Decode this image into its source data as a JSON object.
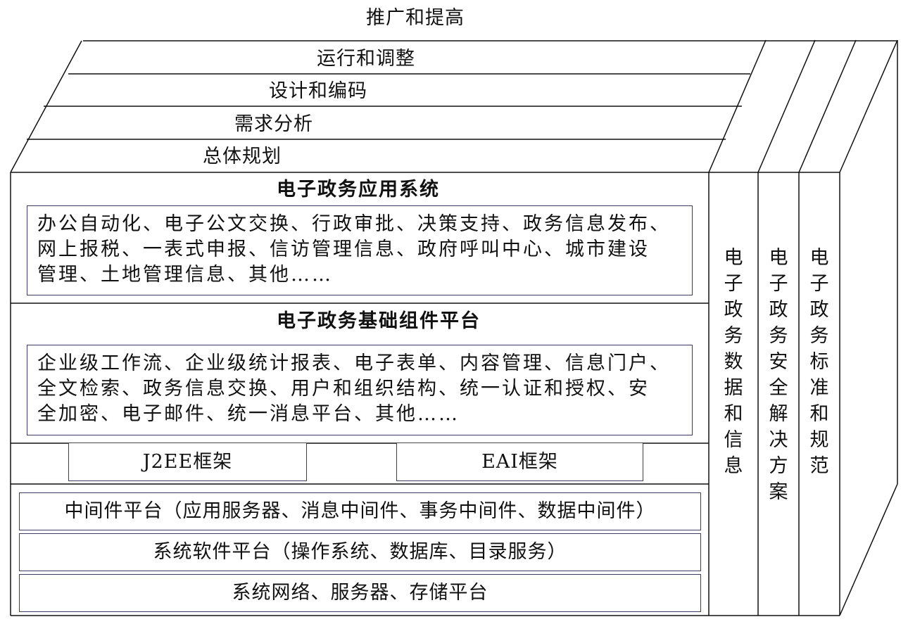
{
  "diagram": {
    "lifecycle_layers": [
      {
        "label": "推广和提高"
      },
      {
        "label": "运行和调整"
      },
      {
        "label": "设计和编码"
      },
      {
        "label": "需求分析"
      },
      {
        "label": "总体规划"
      }
    ],
    "application_system": {
      "title": "电子政务应用系统",
      "lines": [
        "办公自动化、电子公文交换、行政审批、决策支持、政务信息发布、",
        "网上报税、一表式申报、信访管理信息、政府呼叫中心、城市建设",
        "管理、土地管理信息、其他……"
      ]
    },
    "component_platform": {
      "title": "电子政务基础组件平台",
      "lines": [
        "企业级工作流、企业级统计报表、电子表单、内容管理、信息门户、",
        "全文检索、政务信息交换、用户和组织结构、统一认证和授权、安",
        "全加密、电子邮件、统一消息平台、其他……"
      ]
    },
    "frameworks": [
      {
        "label": "J2EE框架"
      },
      {
        "label": "EAI框架"
      }
    ],
    "infrastructure": [
      {
        "label": "中间件平台（应用服务器、消息中间件、事务中间件、数据中间件）"
      },
      {
        "label": "系统软件平台（操作系统、数据库、目录服务）"
      },
      {
        "label": "系统网络、服务器、存储平台"
      }
    ],
    "vertical_columns": [
      {
        "label": "电子政务数据和信息",
        "chars": [
          "电",
          "子",
          "政",
          "务",
          "数",
          "据",
          "和",
          "信",
          "息"
        ]
      },
      {
        "label": "电子政务安全解决方案",
        "chars": [
          "电",
          "子",
          "政",
          "务",
          "安",
          "全",
          "解",
          "决",
          "方",
          "案"
        ]
      },
      {
        "label": "电子政务标准和规范",
        "chars": [
          "电",
          "子",
          "政",
          "务",
          "标",
          "准",
          "和",
          "规",
          "范"
        ]
      }
    ],
    "colors": {
      "line": "#111111",
      "box_border": "#3c3c64",
      "background": "#ffffff"
    }
  }
}
